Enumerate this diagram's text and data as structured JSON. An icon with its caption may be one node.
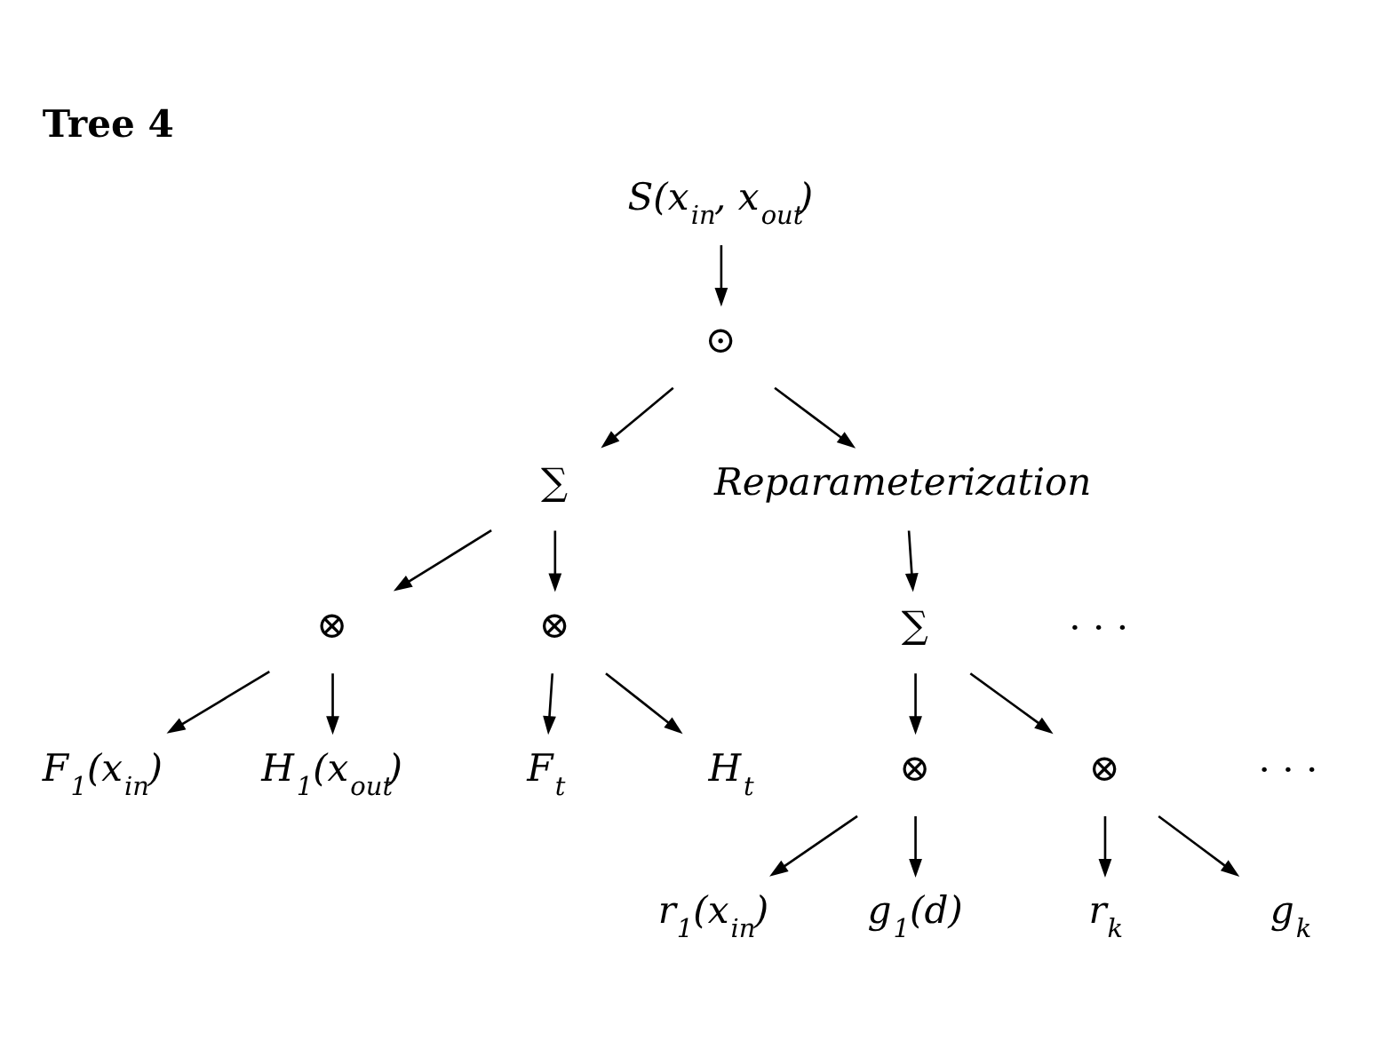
{
  "diagram": {
    "title": "Tree 4",
    "nodes": [
      {
        "text": [
          "S(x$_{in}$, x$_{out}$)"
        ]
      },
      {
        "text": [
          "⊙"
        ]
      },
      {
        "text": [
          "∑"
        ]
      },
      {
        "text": [
          "Reparameterization"
        ]
      },
      {
        "text": [
          "⊗"
        ]
      },
      {
        "text": [
          "⊗"
        ]
      },
      {
        "text": [
          "F$_{1}$(x$_{in}$)"
        ]
      },
      {
        "text": [
          "H$_{1}$(x$_{out}$)"
        ]
      },
      {
        "text": [
          "F$_{t}$"
        ]
      },
      {
        "text": [
          "H$_{t}$"
        ]
      },
      {
        "text": [
          "∑"
        ]
      },
      {
        "text": [
          "⊗"
        ]
      },
      {
        "text": [
          "⊗"
        ]
      },
      {
        "text": [
          "r$_{1}$(x$_{in}$)"
        ]
      },
      {
        "text": [
          "g$_{1}$(d)"
        ]
      },
      {
        "text": [
          "r$_{k}$"
        ]
      },
      {
        "text": [
          "g$_{k}$"
        ]
      }
    ],
    "edges": [
      {
        "from": 0,
        "to": 1,
        "arrow": "to"
      },
      {
        "from": 1,
        "to": 2,
        "arrow": "to"
      },
      {
        "from": 1,
        "to": 3,
        "arrow": "to"
      },
      {
        "from": 2,
        "to": 4,
        "arrow": "to"
      },
      {
        "from": 2,
        "to": 5,
        "arrow": "to"
      },
      {
        "from": 3,
        "to": 10,
        "arrow": "to"
      },
      {
        "from": 4,
        "to": 6,
        "arrow": "to"
      },
      {
        "from": 4,
        "to": 7,
        "arrow": "to"
      },
      {
        "from": 5,
        "to": 8,
        "arrow": "to"
      },
      {
        "from": 5,
        "to": 9,
        "arrow": "to"
      },
      {
        "from": 10,
        "to": 11,
        "arrow": "to"
      },
      {
        "from": 10,
        "to": 12,
        "arrow": "to"
      },
      {
        "from": 11,
        "to": 13,
        "arrow": "to"
      },
      {
        "from": 11,
        "to": 14,
        "arrow": "to"
      },
      {
        "from": 12,
        "to": 15,
        "arrow": "to"
      },
      {
        "from": 12,
        "to": 16,
        "arrow": "to"
      }
    ],
    "labels": [
      "· · ·",
      "· · ·"
    ]
  }
}
